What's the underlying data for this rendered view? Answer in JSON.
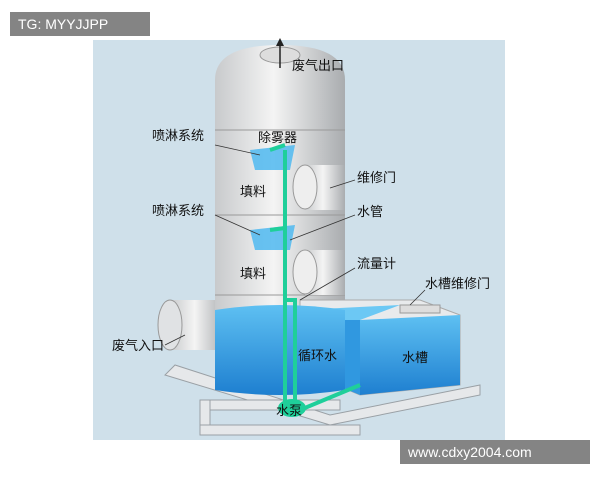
{
  "watermark_top": "TG: MYYJJPP",
  "watermark_bottom": "www.cdxy2004.com",
  "labels": {
    "outlet": "废气出口",
    "demister": "除雾器",
    "spray1": "喷淋系统",
    "spray2": "喷淋系统",
    "door": "维修门",
    "packing1": "填料",
    "packing2": "填料",
    "pipe": "水管",
    "flowmeter": "流量计",
    "tank_door": "水槽维修门",
    "inlet": "废气入口",
    "circulating": "循环水",
    "tank": "水槽",
    "pump": "水泵"
  },
  "colors": {
    "water": "#3aa6e8",
    "pipe": "#1fcf9a",
    "background": "#cfe0ea"
  }
}
